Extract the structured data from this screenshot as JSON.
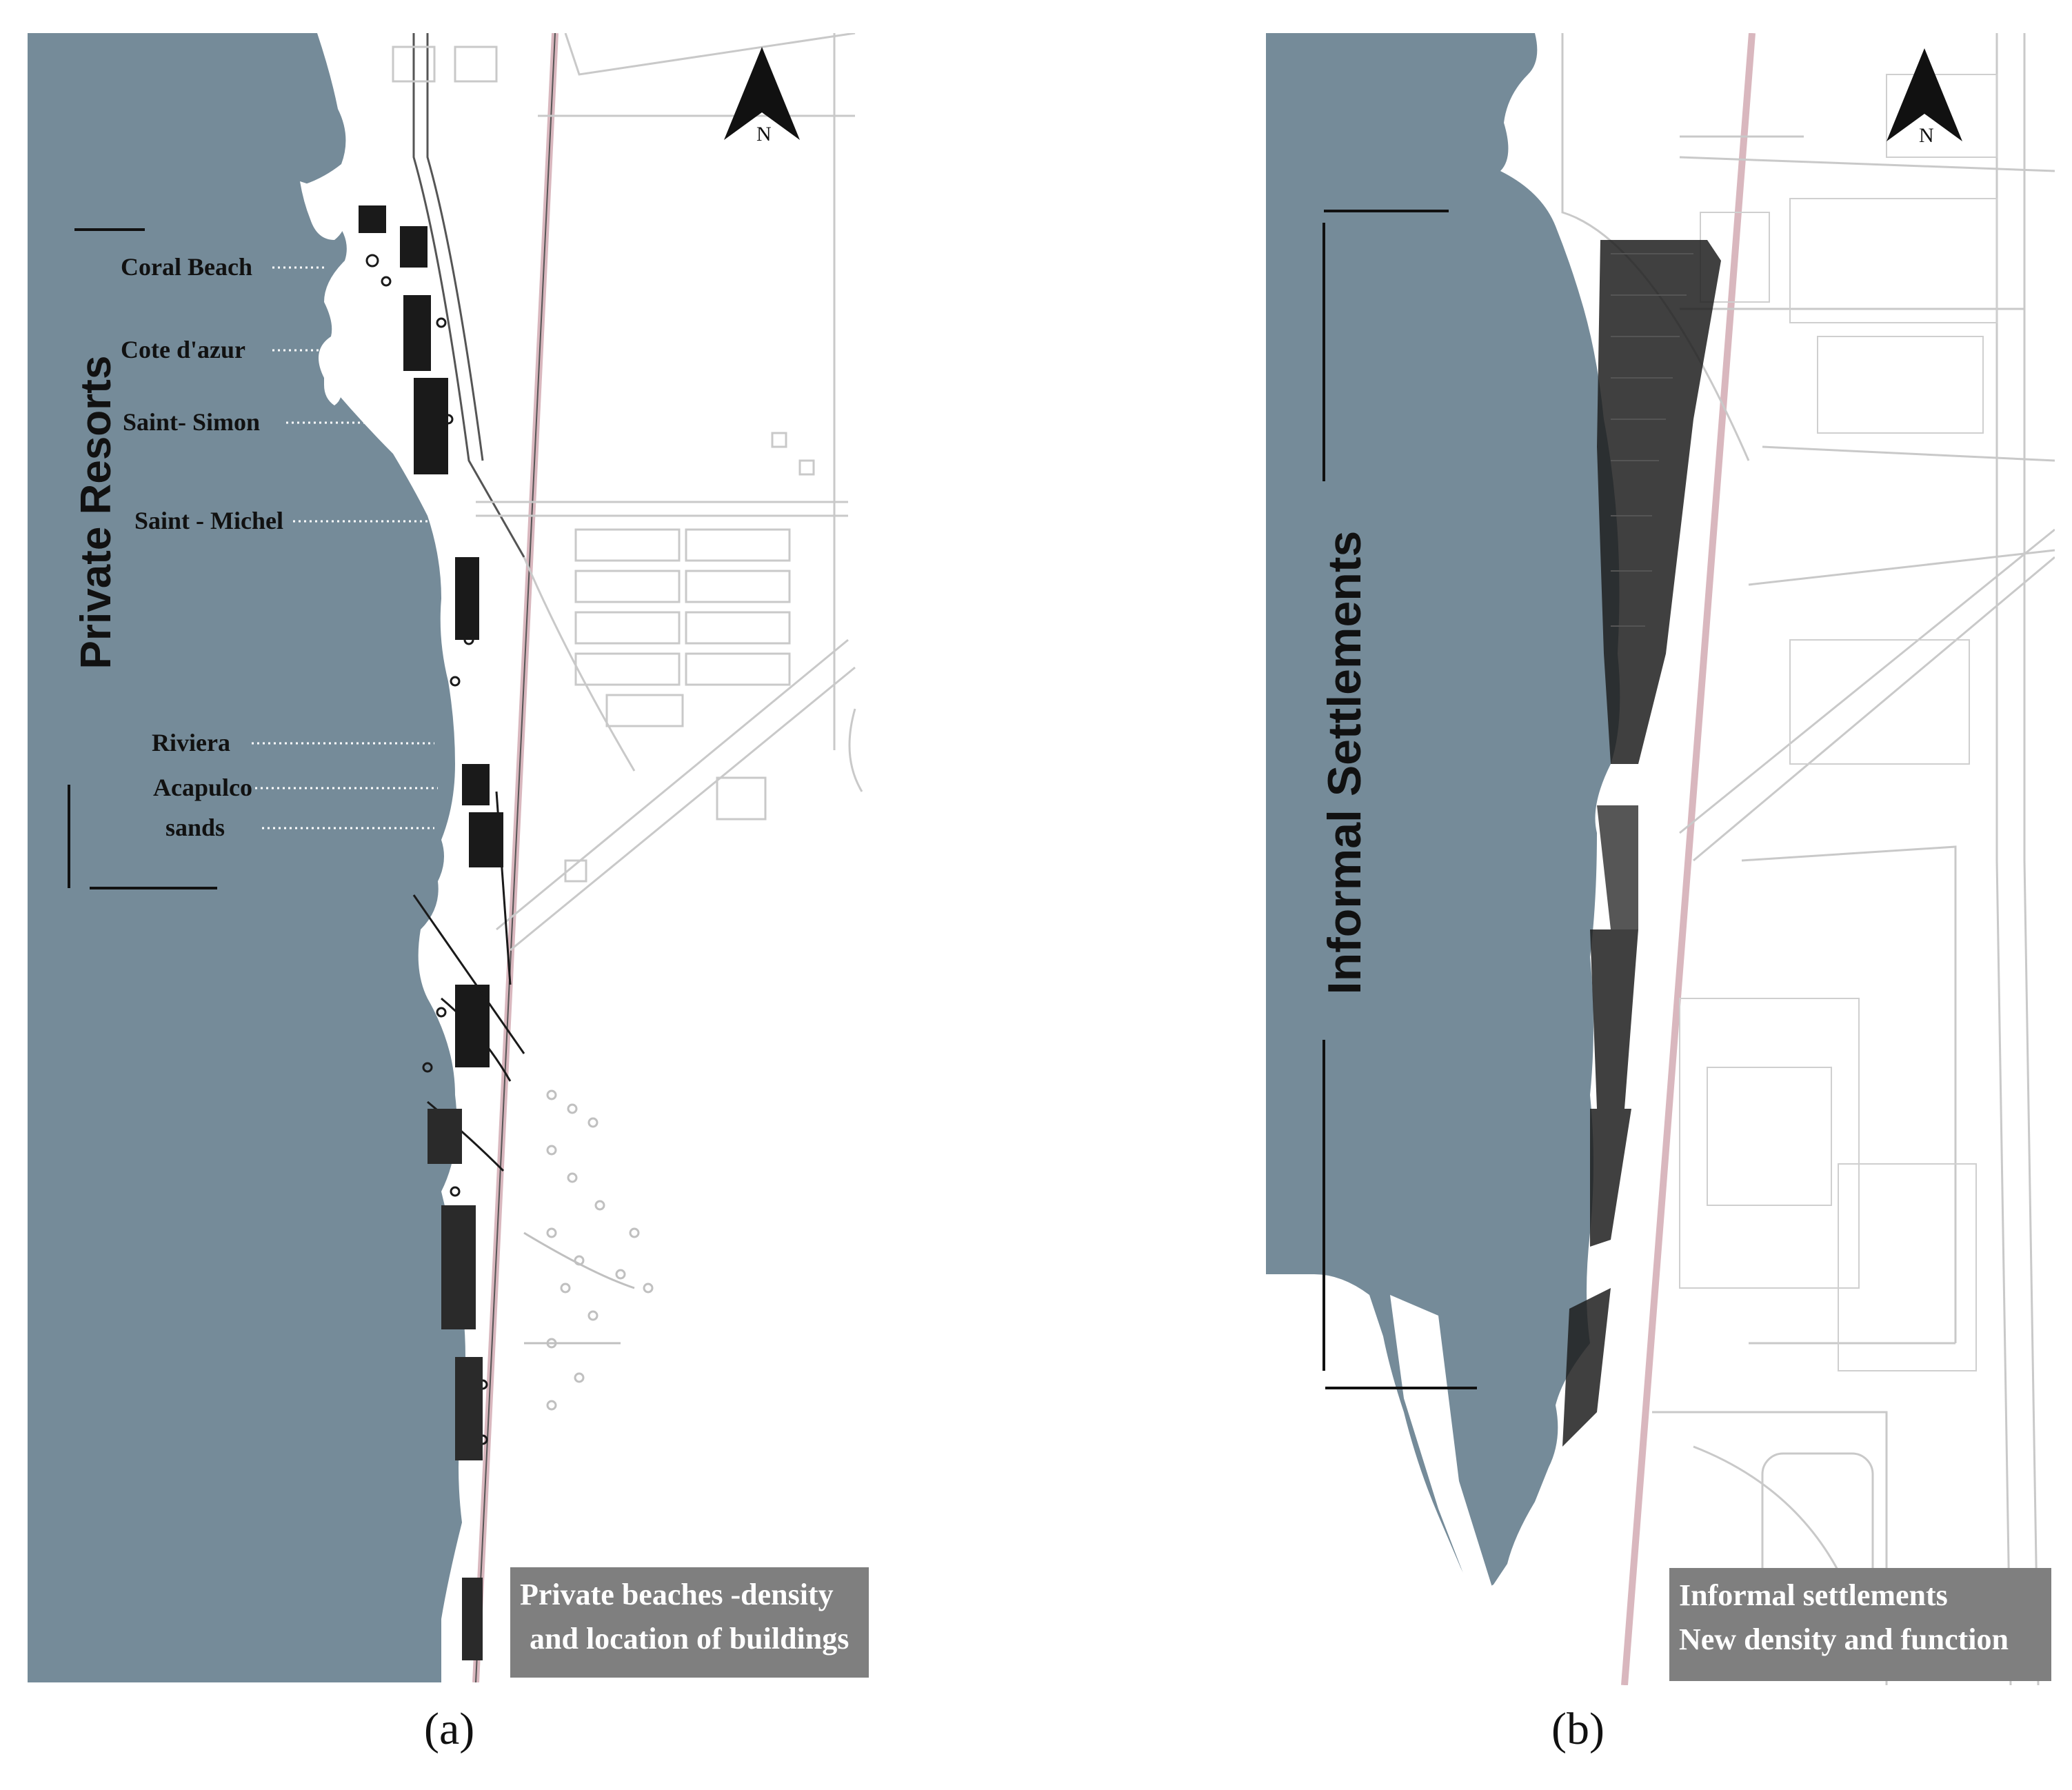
{
  "colors": {
    "sea": "#758b99",
    "road": "#c9c9c9",
    "building": "#1a1a1a",
    "highway": "#d9b7be",
    "caption_bg": "#7f7f7f"
  },
  "north_arrow": {
    "letter": "N",
    "icon": "north-arrow-icon"
  },
  "panel_a": {
    "sublabel": "(a)",
    "side_title": "Private Resorts",
    "labels": [
      "Coral Beach",
      "Cote d'azur",
      "Saint- Simon",
      "Saint - Michel",
      "Riviera",
      "Acapulco",
      "sands"
    ],
    "caption_line1": "Private beaches -density",
    "caption_line2": "and location of buildings"
  },
  "panel_b": {
    "sublabel": "(b)",
    "side_title": "Informal Settlements",
    "caption_line1": "Informal settlements",
    "caption_line2": "New density and function"
  }
}
